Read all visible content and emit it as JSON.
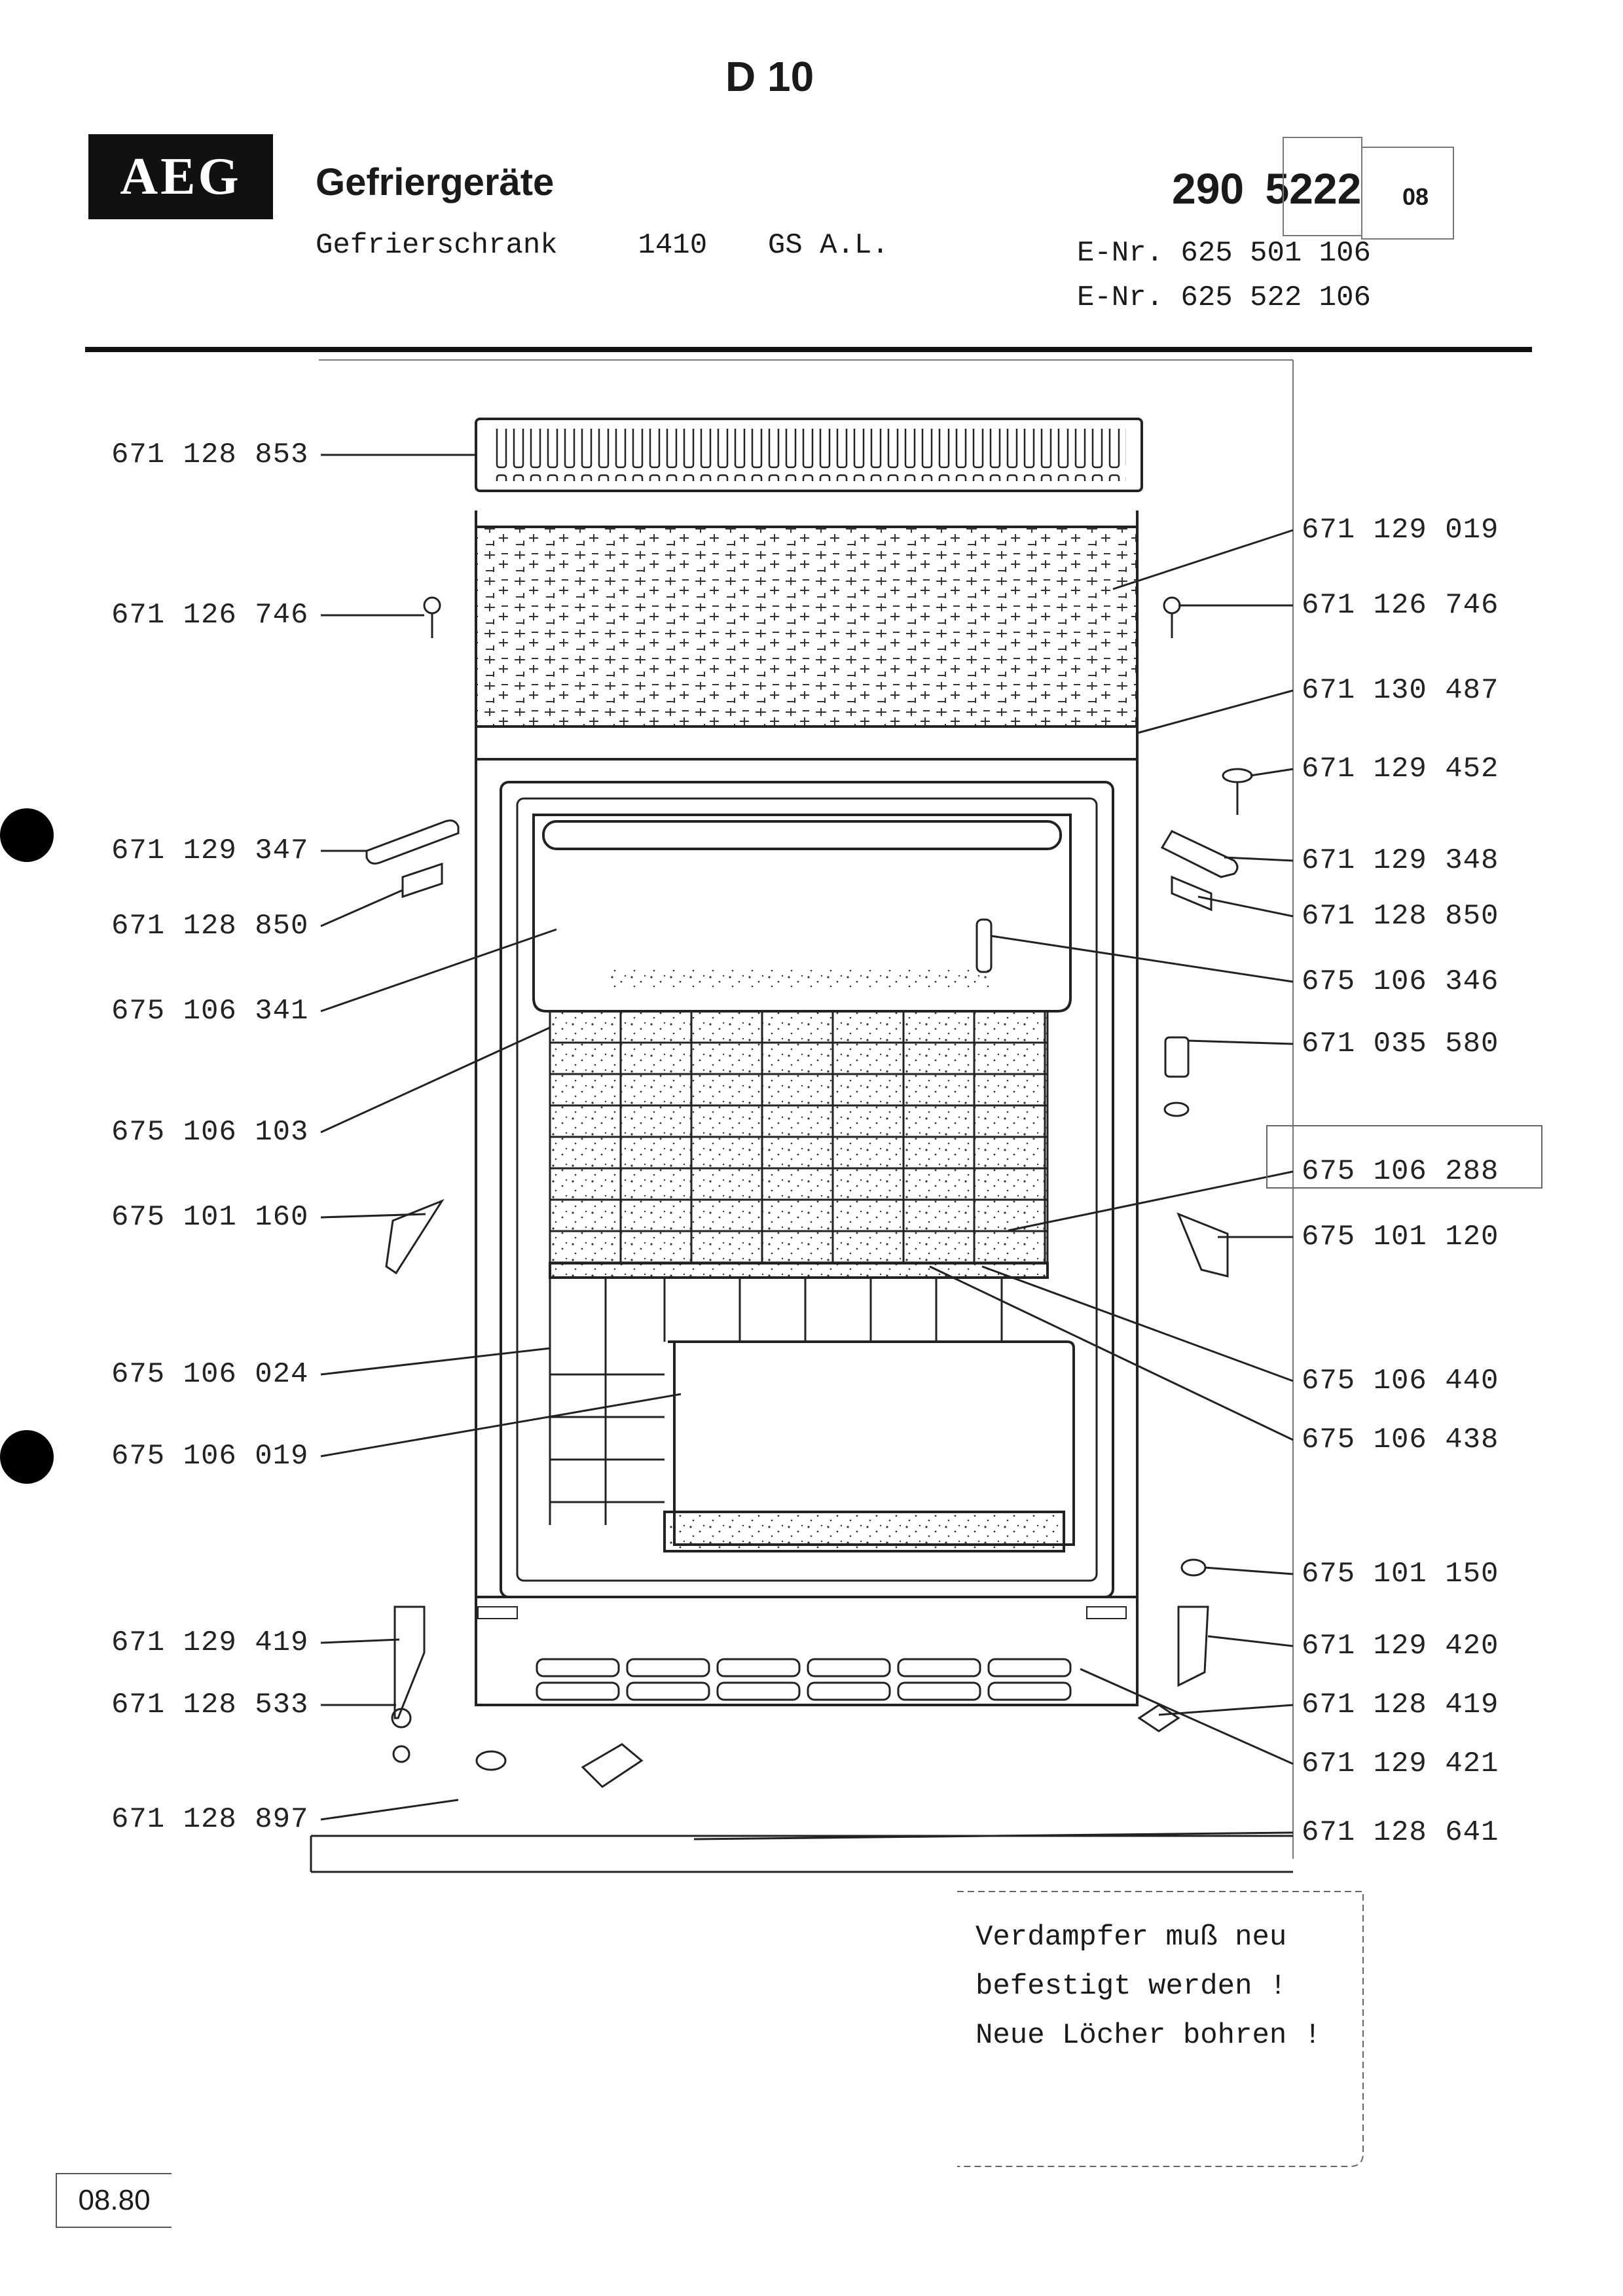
{
  "page_id": "D 10",
  "brand": "AEG",
  "header": {
    "title": "Gefriergeräte",
    "subtitle_model": "Gefrierschrank",
    "subtitle_number": "1410",
    "subtitle_variant": "GS A.L.",
    "code_main": "290",
    "code_highlight": "5222",
    "code_suffix": "08",
    "enr_1": "E-Nr. 625 501 106",
    "enr_2": "E-Nr. 625 522 106"
  },
  "parts_left": [
    "671 128 853",
    "671 126 746",
    "671 129 347",
    "671 128 850",
    "675 106 341",
    "675 106 103",
    "675 101 160",
    "675 106 024",
    "675 106 019",
    "671 129 419",
    "671 128 533",
    "671 128 897"
  ],
  "parts_right": [
    "671 129 019",
    "671 126 746",
    "671 130 487",
    "671 129 452",
    "671 129 348",
    "671 128 850",
    "675 106 346",
    "671 035 580",
    "675 106 288",
    "675 101 120",
    "675 106 440",
    "675 106 438",
    "675 101 150",
    "671 129 420",
    "671 128 419",
    "671 129 421",
    "671 128 641"
  ],
  "note": {
    "line1": "Verdampfer muß neu",
    "line2": "befestigt werden !",
    "line3": "Neue Löcher bohren !"
  },
  "date": "08.80",
  "colors": {
    "ink": "#1a1a1a",
    "logo_bg": "#111111",
    "paper": "#ffffff"
  }
}
